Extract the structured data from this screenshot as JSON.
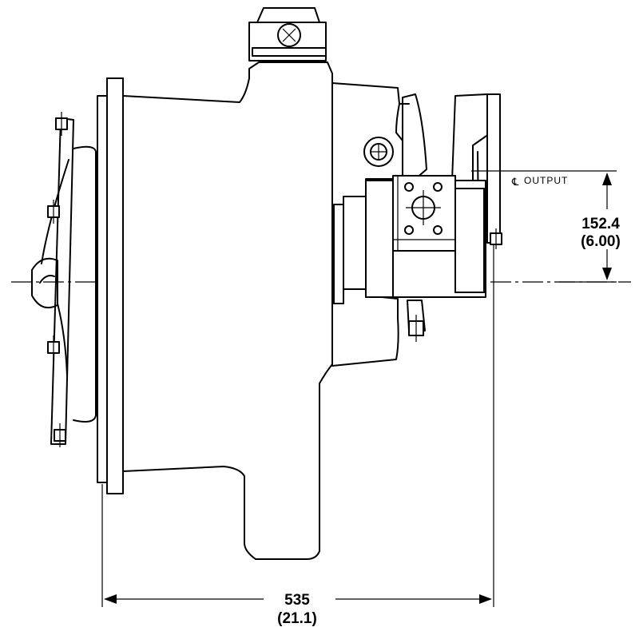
{
  "drawing": {
    "vertical_dimension": {
      "value": "152.4",
      "value_in": "(6.00)"
    },
    "horizontal_dimension": {
      "value": "535",
      "value_in": "(21.1)"
    },
    "output_label": {
      "symbol": "℄",
      "text": "OUTPUT"
    }
  }
}
